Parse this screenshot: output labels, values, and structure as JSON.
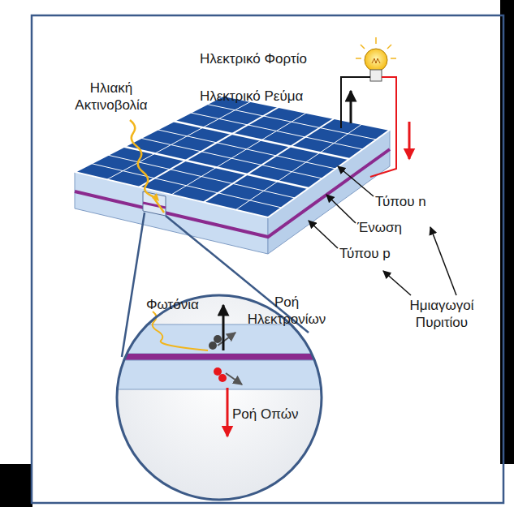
{
  "diagram": {
    "nodes": [
      {
        "text": [
          "Φωτόνια",
          "Ροή Ηλεκτρονίων",
          "Ροή Οπών"
        ]
      }
    ],
    "labels": [
      "Ηλεκτρικό Φορτίο",
      "Ηλεκτρικό Ρεύμα",
      "Ηλιακή Ακτινοβολία",
      "Τύπου n",
      "Ένωση",
      "Τύπου p",
      "Ημιαγωγοί Πυριτίου"
    ]
  }
}
